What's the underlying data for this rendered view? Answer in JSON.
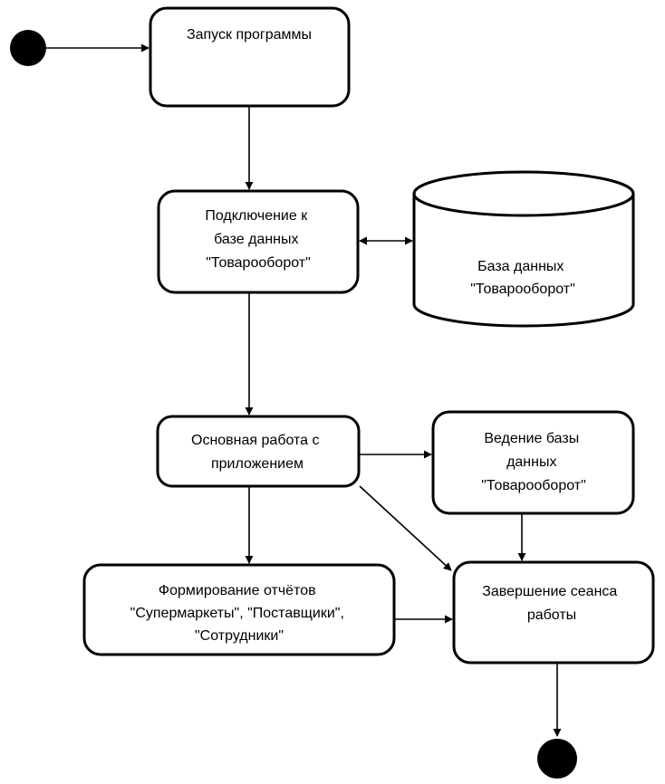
{
  "nodes": {
    "start_program": {
      "lines": [
        "Запуск программы"
      ]
    },
    "connect_db": {
      "lines": [
        "Подключение к",
        "базе данных",
        "\"Товарооборот\""
      ]
    },
    "database": {
      "lines": [
        "База данных",
        "\"Товарооборот\""
      ]
    },
    "main_work": {
      "lines": [
        "Основная работа  с",
        "приложением"
      ]
    },
    "maintain_db": {
      "lines": [
        "Ведение базы",
        "данных",
        "\"Товарооборот\""
      ]
    },
    "reports": {
      "lines": [
        "Формирование  отчётов",
        "\"Супермаркеты\",  \"Поставщики\",",
        "\"Сотрудники\""
      ]
    },
    "end_session": {
      "lines": [
        "Завершение сеанса",
        "работы"
      ]
    }
  },
  "colors": {
    "stroke": "#000000",
    "fill": "#ffffff",
    "terminal": "#000000"
  }
}
